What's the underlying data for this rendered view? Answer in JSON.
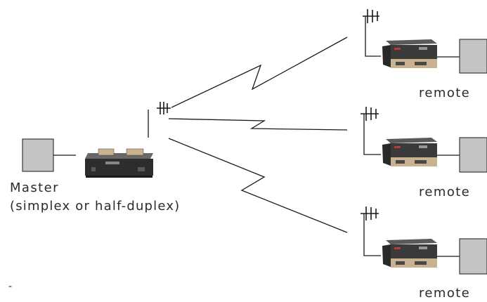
{
  "labels": {
    "master": "Master",
    "master_mode": "(simplex or half-duplex)",
    "remote": "remote",
    "footnote": "-"
  },
  "colors": {
    "terminal_fill": "#c4c4c4",
    "line": "#1a1a1a",
    "text": "#2b2b2b",
    "radio_body": "#3c3a38",
    "radio_front": "#c9b28f",
    "radio_accent": "#b23a3a"
  },
  "icons": [
    "antenna-icon",
    "radio-modem-icon",
    "rack-radio-icon",
    "terminal-icon",
    "radio-link-icon"
  ]
}
